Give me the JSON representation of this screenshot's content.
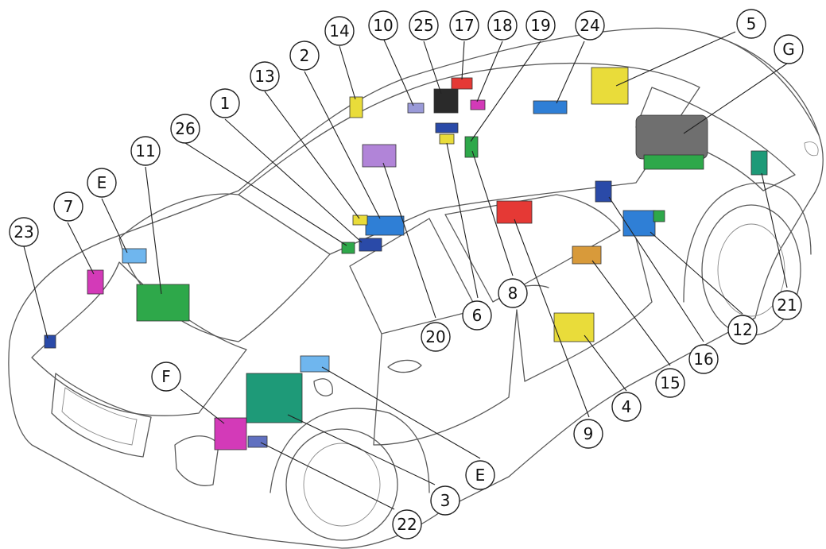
{
  "diagram": {
    "highlight_color": "#e53935",
    "callouts": [
      {
        "label": "1",
        "highlight": false
      },
      {
        "label": "2",
        "highlight": true
      },
      {
        "label": "3",
        "highlight": false
      },
      {
        "label": "4",
        "highlight": false
      },
      {
        "label": "5",
        "highlight": false
      },
      {
        "label": "6",
        "highlight": false
      },
      {
        "label": "7",
        "highlight": false
      },
      {
        "label": "8",
        "highlight": false
      },
      {
        "label": "9",
        "highlight": false
      },
      {
        "label": "10",
        "highlight": false
      },
      {
        "label": "11",
        "highlight": false
      },
      {
        "label": "12",
        "highlight": false
      },
      {
        "label": "13",
        "highlight": false
      },
      {
        "label": "14",
        "highlight": false
      },
      {
        "label": "15",
        "highlight": false
      },
      {
        "label": "16",
        "highlight": false
      },
      {
        "label": "17",
        "highlight": false
      },
      {
        "label": "18",
        "highlight": false
      },
      {
        "label": "19",
        "highlight": false
      },
      {
        "label": "20",
        "highlight": false
      },
      {
        "label": "21",
        "highlight": false
      },
      {
        "label": "22",
        "highlight": false
      },
      {
        "label": "23",
        "highlight": false
      },
      {
        "label": "24",
        "highlight": false
      },
      {
        "label": "25",
        "highlight": false
      },
      {
        "label": "26",
        "highlight": false
      },
      {
        "label": "E",
        "highlight": false
      },
      {
        "label": "E",
        "highlight": false
      },
      {
        "label": "F",
        "highlight": false
      },
      {
        "label": "G",
        "highlight": false
      }
    ],
    "module_colors": {
      "blue": "#2f7fd6",
      "light_blue": "#6fb6ee",
      "navy": "#2a4aa8",
      "green": "#2ea84a",
      "teal": "#1e9a78",
      "yellow": "#e9dc3a",
      "magenta": "#d33ab8",
      "purple": "#b184d8",
      "red": "#e53935",
      "orange": "#d89a3a",
      "gray": "#6f6f6f",
      "lavender": "#9a9ad8"
    }
  }
}
